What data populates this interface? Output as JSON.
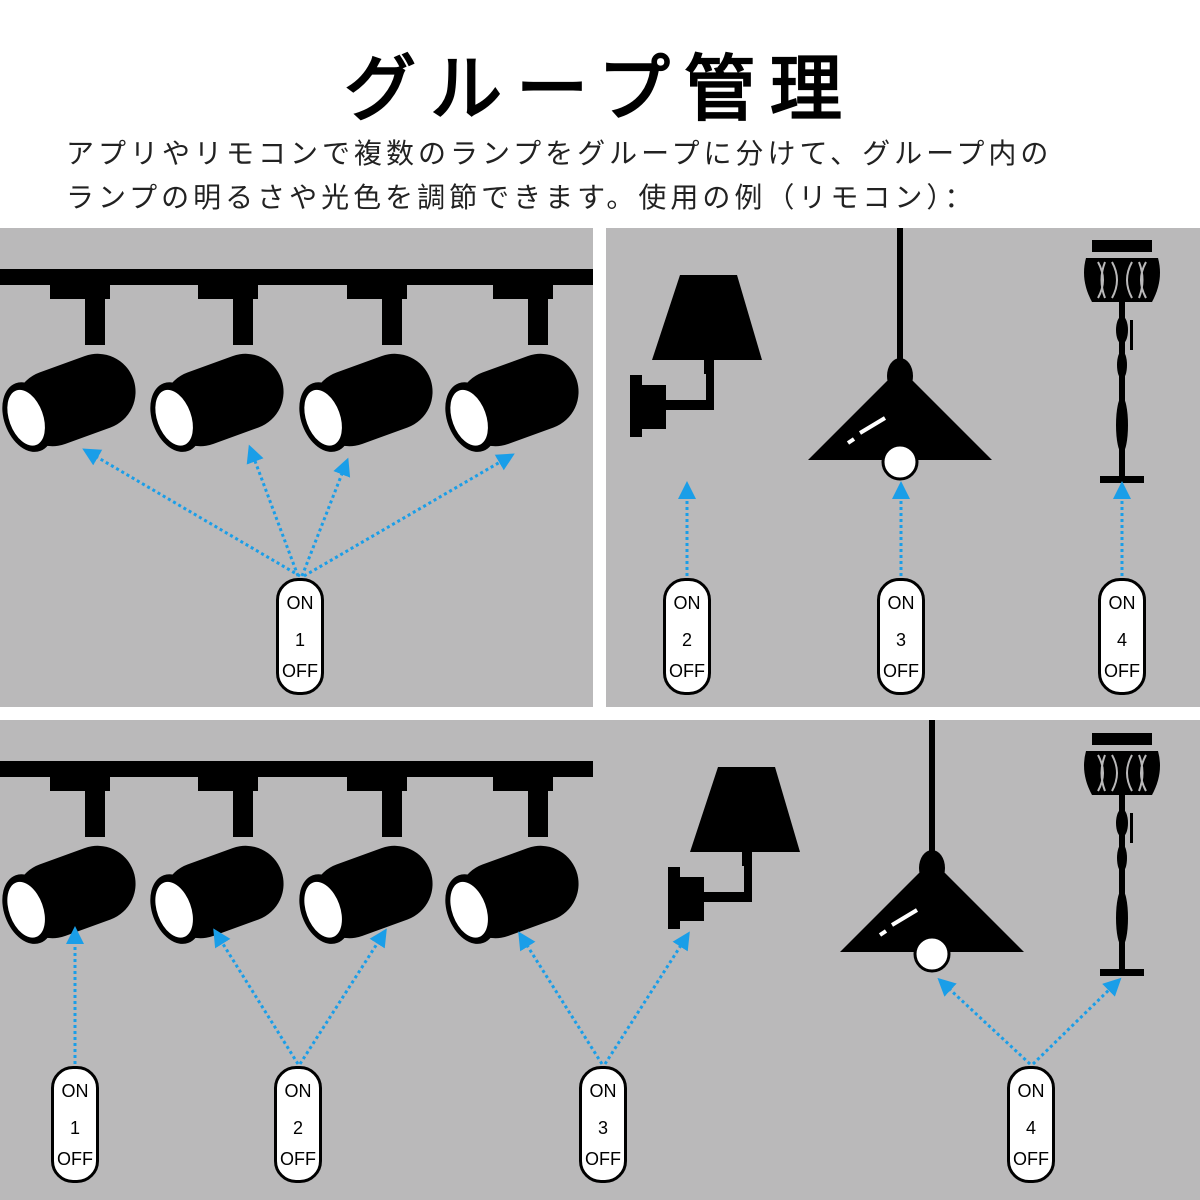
{
  "title": "グループ管理",
  "description": {
    "line1": "アプリやリモコンで複数のランプをグループに分けて、グループ内の",
    "line2": "ランプの明るさや光色を調節できます。使用の例（リモコン）："
  },
  "colors": {
    "panel": "#bab9ba",
    "arrow": "#1a9ee8"
  },
  "remote": {
    "on": "ON",
    "off": "OFF"
  },
  "top_remotes": [
    {
      "num": "1"
    },
    {
      "num": "2"
    },
    {
      "num": "3"
    },
    {
      "num": "4"
    }
  ],
  "bottom_remotes": [
    {
      "num": "1"
    },
    {
      "num": "2"
    },
    {
      "num": "3"
    },
    {
      "num": "4"
    }
  ]
}
